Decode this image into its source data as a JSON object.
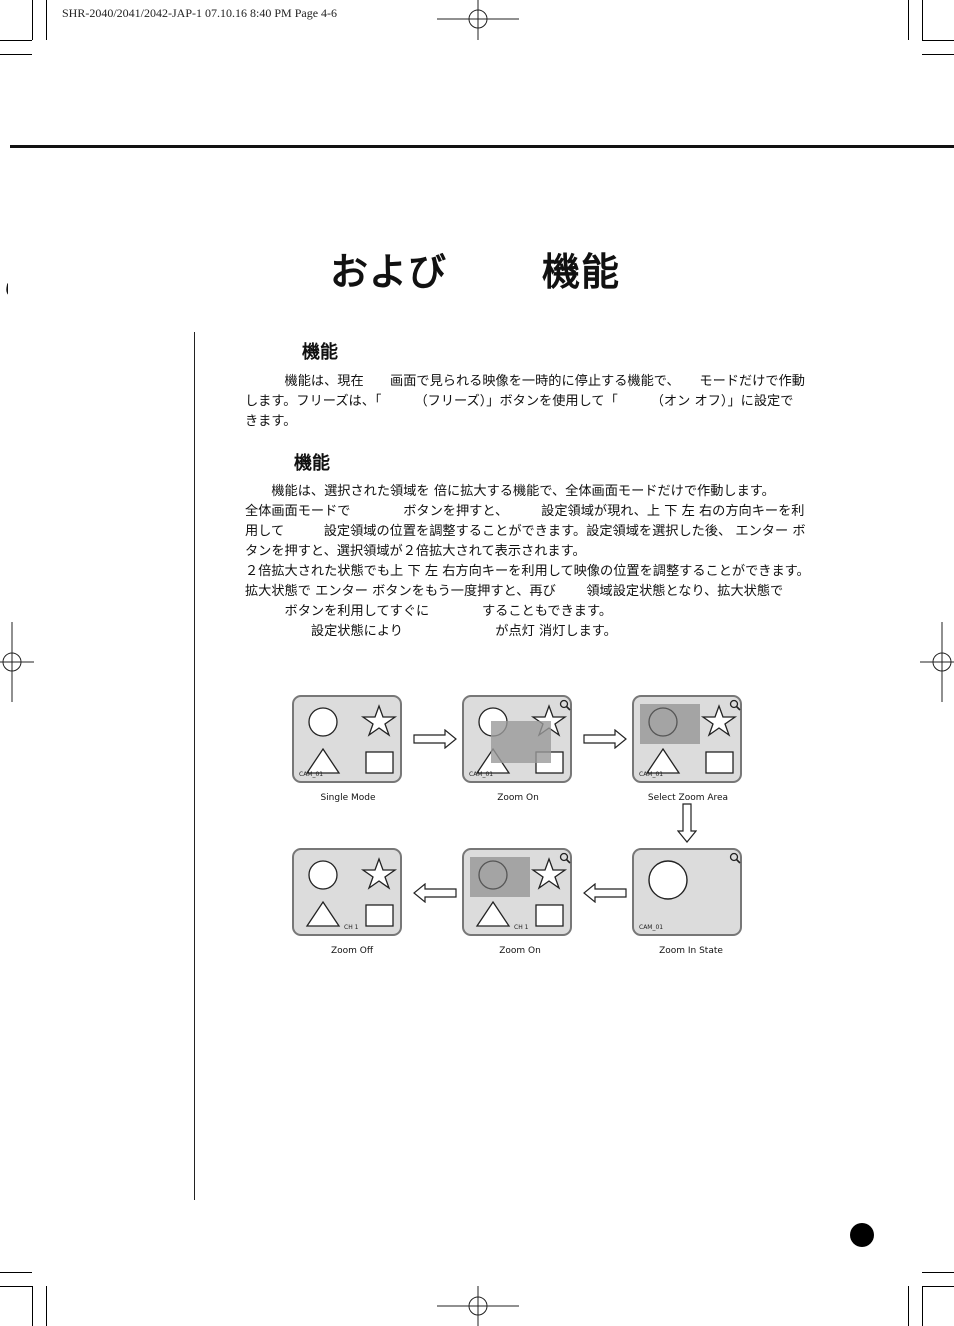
{
  "header": {
    "meta": "SHR-2040/2041/2042-JAP-1  07.10.16 8:40 PM  Page 4-6",
    "left_cut_glyph": "こ"
  },
  "title": {
    "part1": "および",
    "part2": "機能"
  },
  "freeze": {
    "heading": "機能",
    "lines": [
      "　　　機能は、現在　　画面で見られる映像を一時的に停止する機能で、　　モードだけで作動",
      "します。フリーズは、「　　　（フリーズ）」ボタンを使用して「　　　（オン オフ）」に設定で",
      "きます。"
    ]
  },
  "zoom": {
    "heading": "機能",
    "lines": [
      "　　機能は、選択された領域を 倍に拡大する機能で、全体画面モードだけで作動します。",
      "全体画面モードで　　　　ボタンを押すと、　　　設定領域が現れ、上 下 左 右の方向キーを利",
      "用して　　　設定領域の位置を調整することができます。設定領域を選択した後、 エンター ボ",
      "タンを押すと、選択領域が２倍拡大されて表示されます。",
      "２倍拡大された状態でも上 下 左 右方向キーを利用して映像の位置を調整することができます。",
      "拡大状態で エンター ボタンをもう一度押すと、再び　　 領域設定状態となり、拡大状態で",
      "　　　ボタンを利用してすぐに　　　　することもできます。",
      "　　　　　設定状態により　　　　　　　が点灯 消灯します。"
    ]
  },
  "diagram": {
    "frames": [
      {
        "caption": "Single Mode",
        "label": "CAM_01"
      },
      {
        "caption": "Zoom On",
        "label": "CAM_01"
      },
      {
        "caption": "Select Zoom Area",
        "label": "CAM_01"
      },
      {
        "caption": "Zoom Off",
        "label": "CH 1"
      },
      {
        "caption": "Zoom On",
        "label": "CH 1"
      },
      {
        "caption": "Zoom In State",
        "label": "CAM_01"
      }
    ]
  }
}
